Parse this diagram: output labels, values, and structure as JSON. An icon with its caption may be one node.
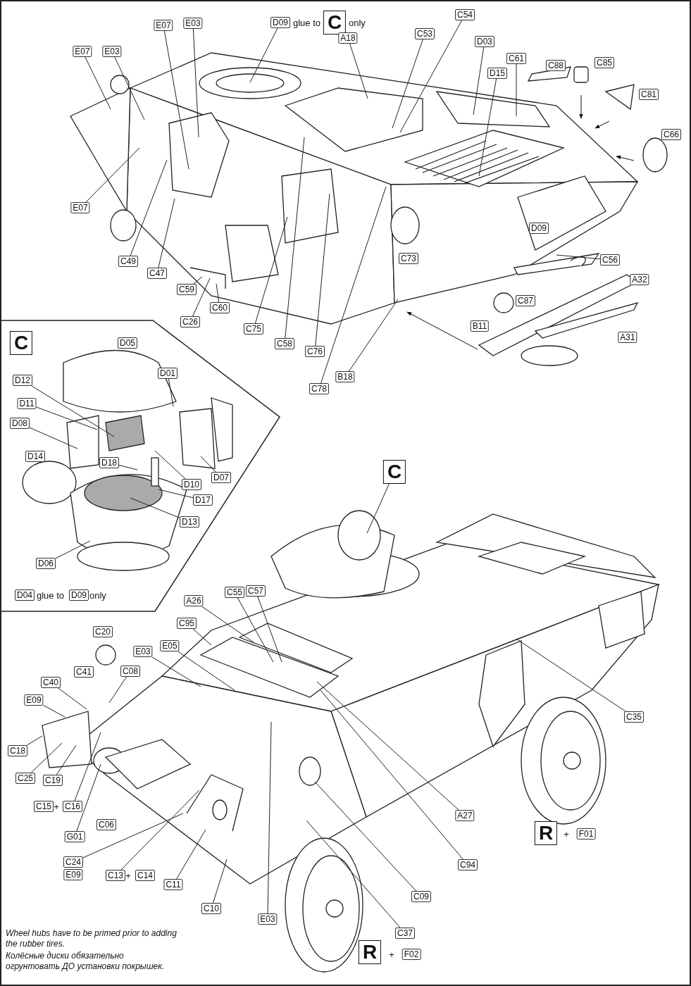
{
  "diagram": {
    "nodes": [
      {
        "text": [
          "D09"
        ]
      },
      {
        "text": [
          "C"
        ]
      },
      {
        "text": [
          "E07"
        ]
      },
      {
        "text": [
          "E03"
        ]
      },
      {
        "text": [
          "E07"
        ]
      },
      {
        "text": [
          "E03"
        ]
      },
      {
        "text": [
          "A18"
        ]
      },
      {
        "text": [
          "C53"
        ]
      },
      {
        "text": [
          "C54"
        ]
      },
      {
        "text": [
          "D03"
        ]
      },
      {
        "text": [
          "D15"
        ]
      },
      {
        "text": [
          "C61"
        ]
      },
      {
        "text": [
          "C88"
        ]
      },
      {
        "text": [
          "C85"
        ]
      },
      {
        "text": [
          "C81"
        ]
      },
      {
        "text": [
          "C66"
        ]
      },
      {
        "text": [
          "E07"
        ]
      },
      {
        "text": [
          "C49"
        ]
      },
      {
        "text": [
          "C47"
        ]
      },
      {
        "text": [
          "C59"
        ]
      },
      {
        "text": [
          "C26"
        ]
      },
      {
        "text": [
          "C60"
        ]
      },
      {
        "text": [
          "C75"
        ]
      },
      {
        "text": [
          "C58"
        ]
      },
      {
        "text": [
          "C76"
        ]
      },
      {
        "text": [
          "C78"
        ]
      },
      {
        "text": [
          "C73"
        ]
      },
      {
        "text": [
          "D09"
        ]
      },
      {
        "text": [
          "C56"
        ]
      },
      {
        "text": [
          "A32"
        ]
      },
      {
        "text": [
          "C87"
        ]
      },
      {
        "text": [
          "B11"
        ]
      },
      {
        "text": [
          "A31"
        ]
      },
      {
        "text": [
          "B18"
        ]
      },
      {
        "text": [
          "C"
        ]
      },
      {
        "text": [
          "D05"
        ]
      },
      {
        "text": [
          "D01"
        ]
      },
      {
        "text": [
          "D12"
        ]
      },
      {
        "text": [
          "D11"
        ]
      },
      {
        "text": [
          "D08"
        ]
      },
      {
        "text": [
          "D14"
        ]
      },
      {
        "text": [
          "D18"
        ]
      },
      {
        "text": [
          "D07"
        ]
      },
      {
        "text": [
          "D10"
        ]
      },
      {
        "text": [
          "D17"
        ]
      },
      {
        "text": [
          "D13"
        ]
      },
      {
        "text": [
          "D06"
        ]
      },
      {
        "text": [
          "D04"
        ]
      },
      {
        "text": [
          "D09"
        ]
      },
      {
        "text": [
          "C"
        ]
      },
      {
        "text": [
          "A26"
        ]
      },
      {
        "text": [
          "C55"
        ]
      },
      {
        "text": [
          "C57"
        ]
      },
      {
        "text": [
          "C95"
        ]
      },
      {
        "text": [
          "E03"
        ]
      },
      {
        "text": [
          "E05"
        ]
      },
      {
        "text": [
          "C20"
        ]
      },
      {
        "text": [
          "C41"
        ]
      },
      {
        "text": [
          "C08"
        ]
      },
      {
        "text": [
          "C40"
        ]
      },
      {
        "text": [
          "E09"
        ]
      },
      {
        "text": [
          "C18"
        ]
      },
      {
        "text": [
          "C25"
        ]
      },
      {
        "text": [
          "C19"
        ]
      },
      {
        "text": [
          "C15"
        ]
      },
      {
        "text": [
          "C16"
        ]
      },
      {
        "text": [
          "G01"
        ]
      },
      {
        "text": [
          "C06"
        ]
      },
      {
        "text": [
          "C24"
        ]
      },
      {
        "text": [
          "E09"
        ]
      },
      {
        "text": [
          "C13"
        ]
      },
      {
        "text": [
          "C14"
        ]
      },
      {
        "text": [
          "C11"
        ]
      },
      {
        "text": [
          "C10"
        ]
      },
      {
        "text": [
          "E03"
        ]
      },
      {
        "text": [
          "A27"
        ]
      },
      {
        "text": [
          "C94"
        ]
      },
      {
        "text": [
          "C09"
        ]
      },
      {
        "text": [
          "C37"
        ]
      },
      {
        "text": [
          "C35"
        ]
      },
      {
        "text": [
          "R"
        ]
      },
      {
        "text": [
          "F01"
        ]
      },
      {
        "text": [
          "R"
        ]
      },
      {
        "text": [
          "F02"
        ]
      }
    ],
    "edges": [
      {
        "from": 0,
        "to": null,
        "arrow": "none"
      },
      {
        "from": 2,
        "to": null,
        "arrow": "none"
      },
      {
        "from": 3,
        "to": null,
        "arrow": "none"
      },
      {
        "from": 4,
        "to": null,
        "arrow": "none"
      },
      {
        "from": 5,
        "to": null,
        "arrow": "none"
      },
      {
        "from": 6,
        "to": null,
        "arrow": "none"
      },
      {
        "from": 7,
        "to": null,
        "arrow": "none"
      },
      {
        "from": 8,
        "to": null,
        "arrow": "none"
      },
      {
        "from": 9,
        "to": null,
        "arrow": "none"
      },
      {
        "from": 10,
        "to": null,
        "arrow": "none"
      },
      {
        "from": 11,
        "to": null,
        "arrow": "none"
      },
      {
        "from": 16,
        "to": null,
        "arrow": "none"
      },
      {
        "from": 17,
        "to": null,
        "arrow": "none"
      },
      {
        "from": 18,
        "to": null,
        "arrow": "none"
      },
      {
        "from": 19,
        "to": null,
        "arrow": "none"
      },
      {
        "from": 20,
        "to": null,
        "arrow": "none"
      },
      {
        "from": 21,
        "to": null,
        "arrow": "none"
      },
      {
        "from": 22,
        "to": null,
        "arrow": "none"
      },
      {
        "from": 23,
        "to": null,
        "arrow": "none"
      },
      {
        "from": 24,
        "to": null,
        "arrow": "none"
      },
      {
        "from": 25,
        "to": null,
        "arrow": "none"
      },
      {
        "from": 28,
        "to": null,
        "arrow": "none"
      },
      {
        "from": 33,
        "to": null,
        "arrow": "none"
      },
      {
        "from": 36,
        "to": null,
        "arrow": "none"
      },
      {
        "from": 37,
        "to": null,
        "arrow": "none"
      },
      {
        "from": 38,
        "to": null,
        "arrow": "none"
      },
      {
        "from": 39,
        "to": null,
        "arrow": "none"
      },
      {
        "from": 41,
        "to": null,
        "arrow": "none"
      },
      {
        "from": 42,
        "to": null,
        "arrow": "none"
      },
      {
        "from": 43,
        "to": null,
        "arrow": "none"
      },
      {
        "from": 44,
        "to": null,
        "arrow": "none"
      },
      {
        "from": 45,
        "to": null,
        "arrow": "none"
      },
      {
        "from": 46,
        "to": null,
        "arrow": "none"
      },
      {
        "from": 49,
        "to": null,
        "arrow": "none"
      },
      {
        "from": 50,
        "to": null,
        "arrow": "none"
      },
      {
        "from": 51,
        "to": null,
        "arrow": "none"
      },
      {
        "from": 52,
        "to": null,
        "arrow": "none"
      },
      {
        "from": 53,
        "to": null,
        "arrow": "none"
      },
      {
        "from": 54,
        "to": null,
        "arrow": "none"
      },
      {
        "from": 55,
        "to": null,
        "arrow": "none"
      },
      {
        "from": 58,
        "to": null,
        "arrow": "none"
      },
      {
        "from": 59,
        "to": null,
        "arrow": "none"
      },
      {
        "from": 60,
        "to": null,
        "arrow": "none"
      },
      {
        "from": 61,
        "to": null,
        "arrow": "none"
      },
      {
        "from": 62,
        "to": null,
        "arrow": "none"
      },
      {
        "from": 63,
        "to": null,
        "arrow": "none"
      },
      {
        "from": 65,
        "to": null,
        "arrow": "none"
      },
      {
        "from": 66,
        "to": null,
        "arrow": "none"
      },
      {
        "from": 68,
        "to": null,
        "arrow": "none"
      },
      {
        "from": 70,
        "to": null,
        "arrow": "none"
      },
      {
        "from": 72,
        "to": null,
        "arrow": "none"
      },
      {
        "from": 73,
        "to": null,
        "arrow": "none"
      },
      {
        "from": 74,
        "to": null,
        "arrow": "none"
      },
      {
        "from": 75,
        "to": null,
        "arrow": "none"
      },
      {
        "from": 76,
        "to": null,
        "arrow": "none"
      },
      {
        "from": 77,
        "to": null,
        "arrow": "none"
      },
      {
        "from": 78,
        "to": null,
        "arrow": "none"
      },
      {
        "from": 79,
        "to": null,
        "arrow": "none"
      }
    ],
    "labels": [
      "glue to",
      "only",
      "glue to",
      "only",
      "+",
      "+",
      "+",
      "+",
      "Wheel hubs have to be primed prior to adding the rubber tires.",
      "Колёсные диски обязательно огрунтовать ДО установки покрышек."
    ]
  }
}
